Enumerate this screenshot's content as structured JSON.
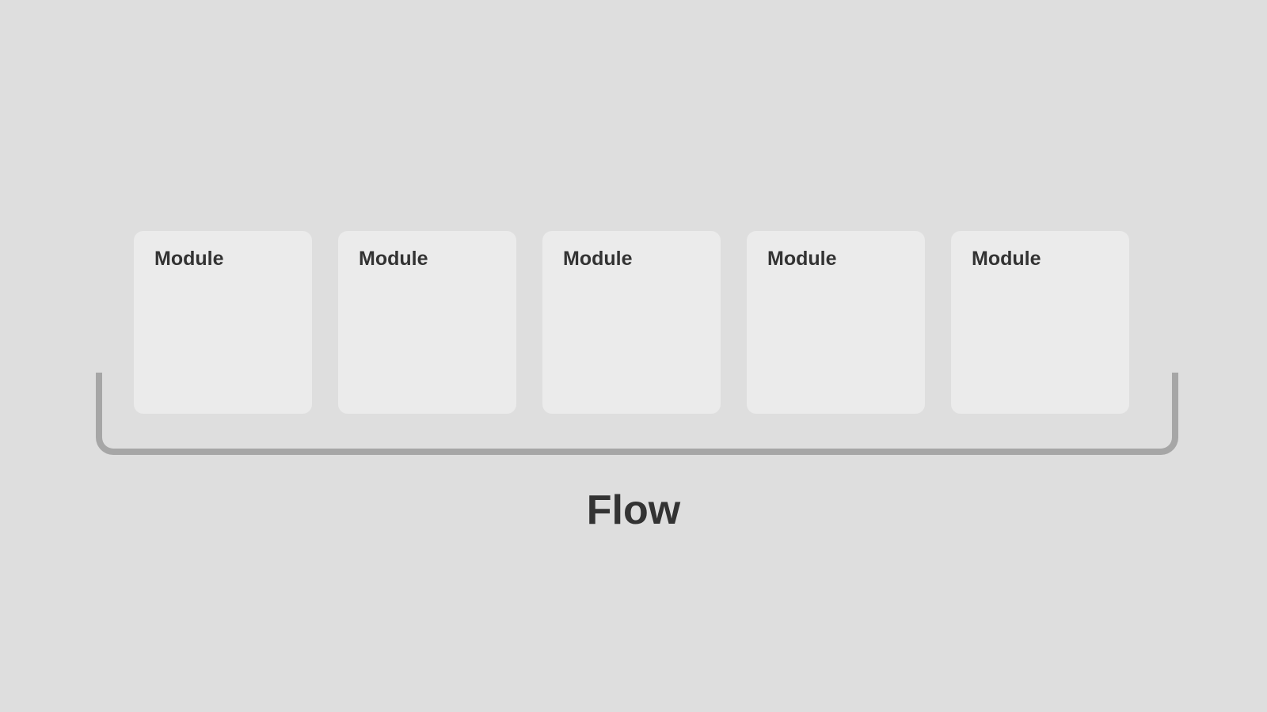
{
  "modules": [
    {
      "label": "Module"
    },
    {
      "label": "Module"
    },
    {
      "label": "Module"
    },
    {
      "label": "Module"
    },
    {
      "label": "Module"
    }
  ],
  "flow": {
    "label": "Flow"
  },
  "colors": {
    "background": "#dedede",
    "module_fill": "#ebebeb",
    "bracket_stroke": "#a6a6a6",
    "text": "#333333"
  }
}
